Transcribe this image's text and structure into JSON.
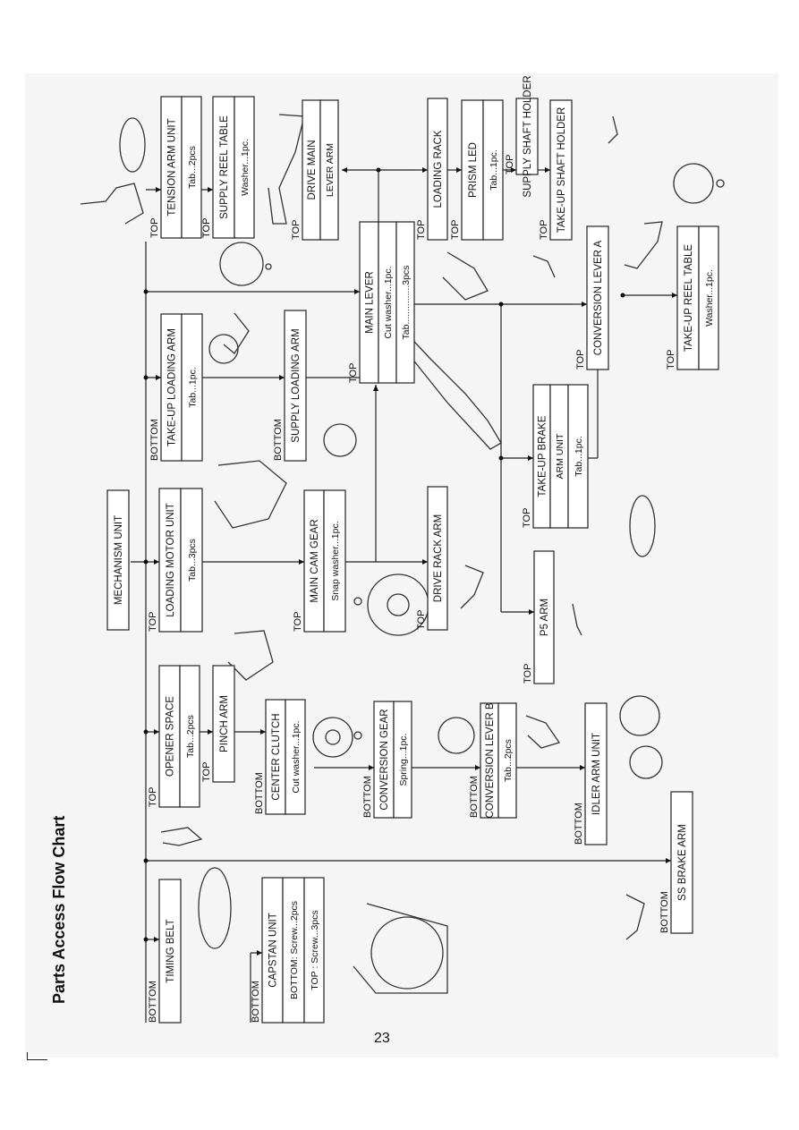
{
  "title": "Parts Access Flow Chart",
  "page_number": "23",
  "nodes": [
    {
      "id": "timing-belt",
      "side": "BOTTOM",
      "lines": [
        "TIMING BELT"
      ]
    },
    {
      "id": "capstan-unit",
      "side": "BOTTOM",
      "lines": [
        "CAPSTAN UNIT",
        "BOTTOM: Screw...2pcs",
        "TOP      : Screw...3pcs"
      ]
    },
    {
      "id": "opener-space",
      "side": "TOP",
      "lines": [
        "OPENER SPACE",
        "Tab...2pcs"
      ]
    },
    {
      "id": "pinch-arm",
      "side": "TOP",
      "lines": [
        "PINCH ARM"
      ]
    },
    {
      "id": "center-clutch",
      "side": "BOTTOM",
      "lines": [
        "CENTER CLUTCH",
        "Cut washer...1pc."
      ]
    },
    {
      "id": "conversion-gear",
      "side": "BOTTOM",
      "lines": [
        "CONVERSION GEAR",
        "Spring...1pc."
      ]
    },
    {
      "id": "conversion-lever-b",
      "side": "BOTTOM",
      "lines": [
        "CONVERSION LEVER B",
        "Tab...2pcs"
      ]
    },
    {
      "id": "idler-arm-unit",
      "side": "BOTTOM",
      "lines": [
        "IDLER ARM UNIT"
      ]
    },
    {
      "id": "ss-brake-arm",
      "side": "BOTTOM",
      "lines": [
        "SS BRAKE ARM"
      ]
    },
    {
      "id": "mechanism-unit",
      "side": "",
      "lines": [
        "MECHANISM UNIT"
      ]
    },
    {
      "id": "loading-motor-unit",
      "side": "TOP",
      "lines": [
        "LOADING MOTOR UNIT",
        "Tab...3pcs"
      ]
    },
    {
      "id": "main-cam-gear",
      "side": "TOP",
      "lines": [
        "MAIN CAM GEAR",
        "Snap washer...1pc."
      ]
    },
    {
      "id": "drive-rack-arm",
      "side": "TOP",
      "lines": [
        "DRIVE RACK ARM"
      ]
    },
    {
      "id": "take-up-loading-arm",
      "side": "BOTTOM",
      "lines": [
        "TAKE-UP LOADING ARM",
        "Tab...1pc."
      ]
    },
    {
      "id": "supply-loading-arm",
      "side": "BOTTOM",
      "lines": [
        "SUPPLY LOADING ARM"
      ]
    },
    {
      "id": "tension-arm-unit",
      "side": "TOP",
      "lines": [
        "TENSION ARM UNIT",
        "Tab...2pcs"
      ]
    },
    {
      "id": "supply-reel-table",
      "side": "TOP",
      "lines": [
        "SUPPLY REEL TABLE",
        "Washer...1pc."
      ]
    },
    {
      "id": "drive-main-lever-arm",
      "side": "TOP",
      "lines": [
        "DRIVE MAIN",
        "LEVER ARM"
      ]
    },
    {
      "id": "main-lever",
      "side": "TOP",
      "lines": [
        "MAIN LEVER",
        "Cut washer...1pc.",
        "Tab...............3pcs"
      ]
    },
    {
      "id": "loading-rack",
      "side": "TOP",
      "lines": [
        "LOADING RACK"
      ]
    },
    {
      "id": "prism-led",
      "side": "TOP",
      "lines": [
        "PRISM LED",
        "Tab...1pc."
      ]
    },
    {
      "id": "supply-shaft-holder",
      "side": "TOP",
      "lines": [
        "SUPPLY SHAFT HOLDER"
      ]
    },
    {
      "id": "take-up-shaft-holder",
      "side": "TOP",
      "lines": [
        "TAKE-UP SHAFT HOLDER"
      ]
    },
    {
      "id": "p5-arm",
      "side": "TOP",
      "lines": [
        "P5 ARM"
      ]
    },
    {
      "id": "take-up-brake-arm-unit",
      "side": "TOP",
      "lines": [
        "TAKE-UP BRAKE",
        "ARM UNIT",
        "Tab...1pc."
      ]
    },
    {
      "id": "conversion-lever-a",
      "side": "TOP",
      "lines": [
        "CONVERSION LEVER A"
      ]
    },
    {
      "id": "take-up-reel-table",
      "side": "TOP",
      "lines": [
        "TAKE-UP REEL TABLE",
        "Washer...1pc."
      ]
    }
  ]
}
